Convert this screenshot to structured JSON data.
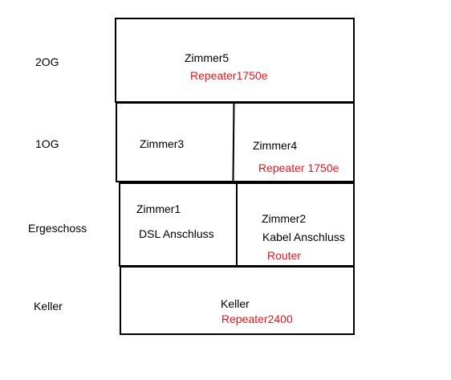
{
  "floors": {
    "og2": "2OG",
    "og1": "1OG",
    "eg": "Ergeschoss",
    "keller": "Keller"
  },
  "rooms": {
    "zimmer5": {
      "name": "Zimmer5",
      "device": "Repeater1750e"
    },
    "zimmer3": {
      "name": "Zimmer3"
    },
    "zimmer4": {
      "name": "Zimmer4",
      "device": "Repeater 1750e"
    },
    "zimmer1": {
      "name": "Zimmer1",
      "note": "DSL Anschluss"
    },
    "zimmer2": {
      "name": "Zimmer2",
      "note": "Kabel Anschluss",
      "device": "Router"
    },
    "keller": {
      "name": "Keller",
      "device": "Repeater2400"
    }
  },
  "colors": {
    "device_text": "#e8141a",
    "outline": "#000000"
  }
}
